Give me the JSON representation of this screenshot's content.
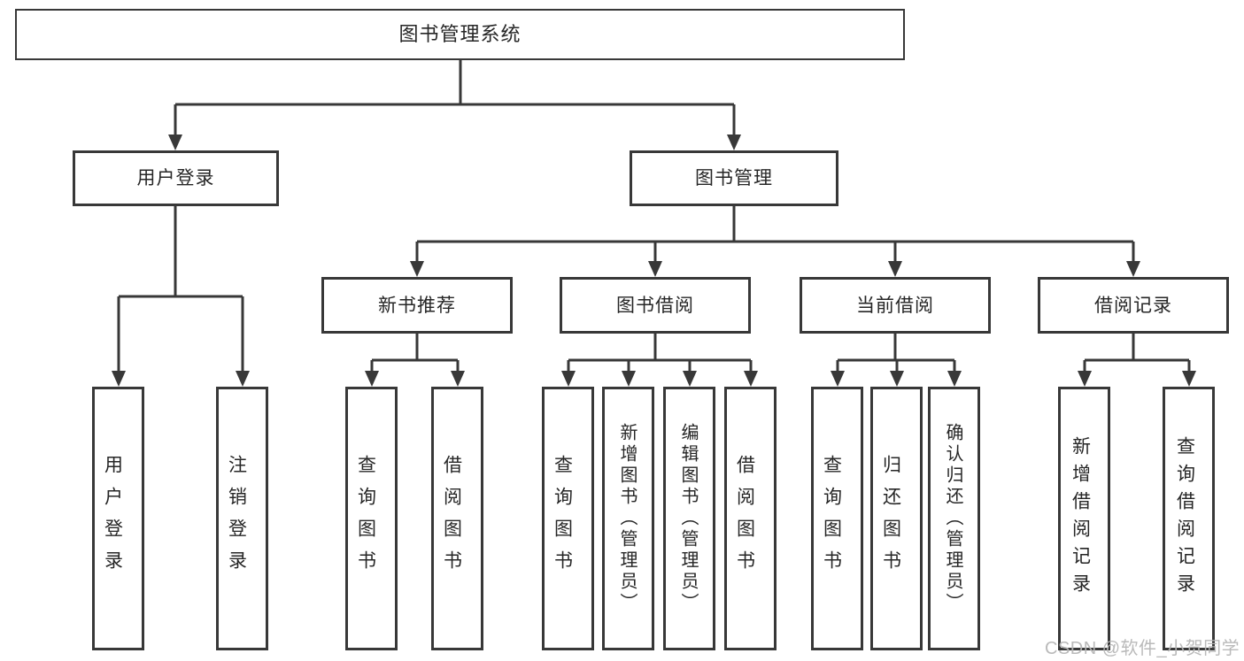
{
  "diagram": {
    "root": {
      "label": "图书管理系统"
    },
    "level2": [
      {
        "label": "用户登录"
      },
      {
        "label": "图书管理"
      }
    ],
    "level3": [
      {
        "label": "新书推荐"
      },
      {
        "label": "图书借阅"
      },
      {
        "label": "当前借阅"
      },
      {
        "label": "借阅记录"
      }
    ],
    "leaves": [
      {
        "label": "用户登录"
      },
      {
        "label": "注销登录"
      },
      {
        "label": "查询图书"
      },
      {
        "label": "借阅图书"
      },
      {
        "label": "查询图书"
      },
      {
        "label": "新增图书（管理员）"
      },
      {
        "label": "编辑图书（管理员）"
      },
      {
        "label": "借阅图书"
      },
      {
        "label": "查询图书"
      },
      {
        "label": "归还图书"
      },
      {
        "label": "确认归还（管理员）"
      },
      {
        "label": "新增借阅记录"
      },
      {
        "label": "查询借阅记录"
      }
    ],
    "watermark": "CSDN @软件_小贺同学",
    "colors": {
      "line": "#383838",
      "text": "#262626",
      "watermark": "#b6b6b6",
      "background": "#ffffff"
    }
  }
}
